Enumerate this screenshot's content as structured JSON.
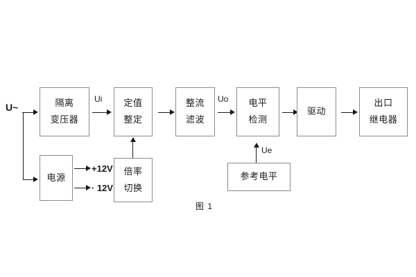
{
  "figure": {
    "caption": "图 1",
    "input_label": "U~",
    "colors": {
      "box_border": "#8a8a8a",
      "connector": "#1a1a1a",
      "text": "#1a1a1a",
      "background": "#ffffff"
    }
  },
  "blocks": [
    {
      "id": "isolation-transformer",
      "lines": [
        "隔离",
        "变压器"
      ]
    },
    {
      "id": "setting-value",
      "lines": [
        "定值",
        "整定"
      ]
    },
    {
      "id": "rectify-filter",
      "lines": [
        "整流",
        "滤波"
      ]
    },
    {
      "id": "level-detect",
      "lines": [
        "电平",
        "检测"
      ]
    },
    {
      "id": "drive",
      "lines": [
        "驱动"
      ]
    },
    {
      "id": "output-relay",
      "lines": [
        "出口",
        "继电器"
      ]
    },
    {
      "id": "power-supply",
      "lines": [
        "电源"
      ]
    },
    {
      "id": "multiplier-switch",
      "lines": [
        "倍率",
        "切换"
      ]
    },
    {
      "id": "reference-level",
      "lines": [
        "参考电平"
      ]
    }
  ],
  "signals": {
    "ui": "Ui",
    "uo": "Uo",
    "ue": "Ue",
    "rail_positive": "+12V",
    "rail_negative": "· 12V"
  }
}
